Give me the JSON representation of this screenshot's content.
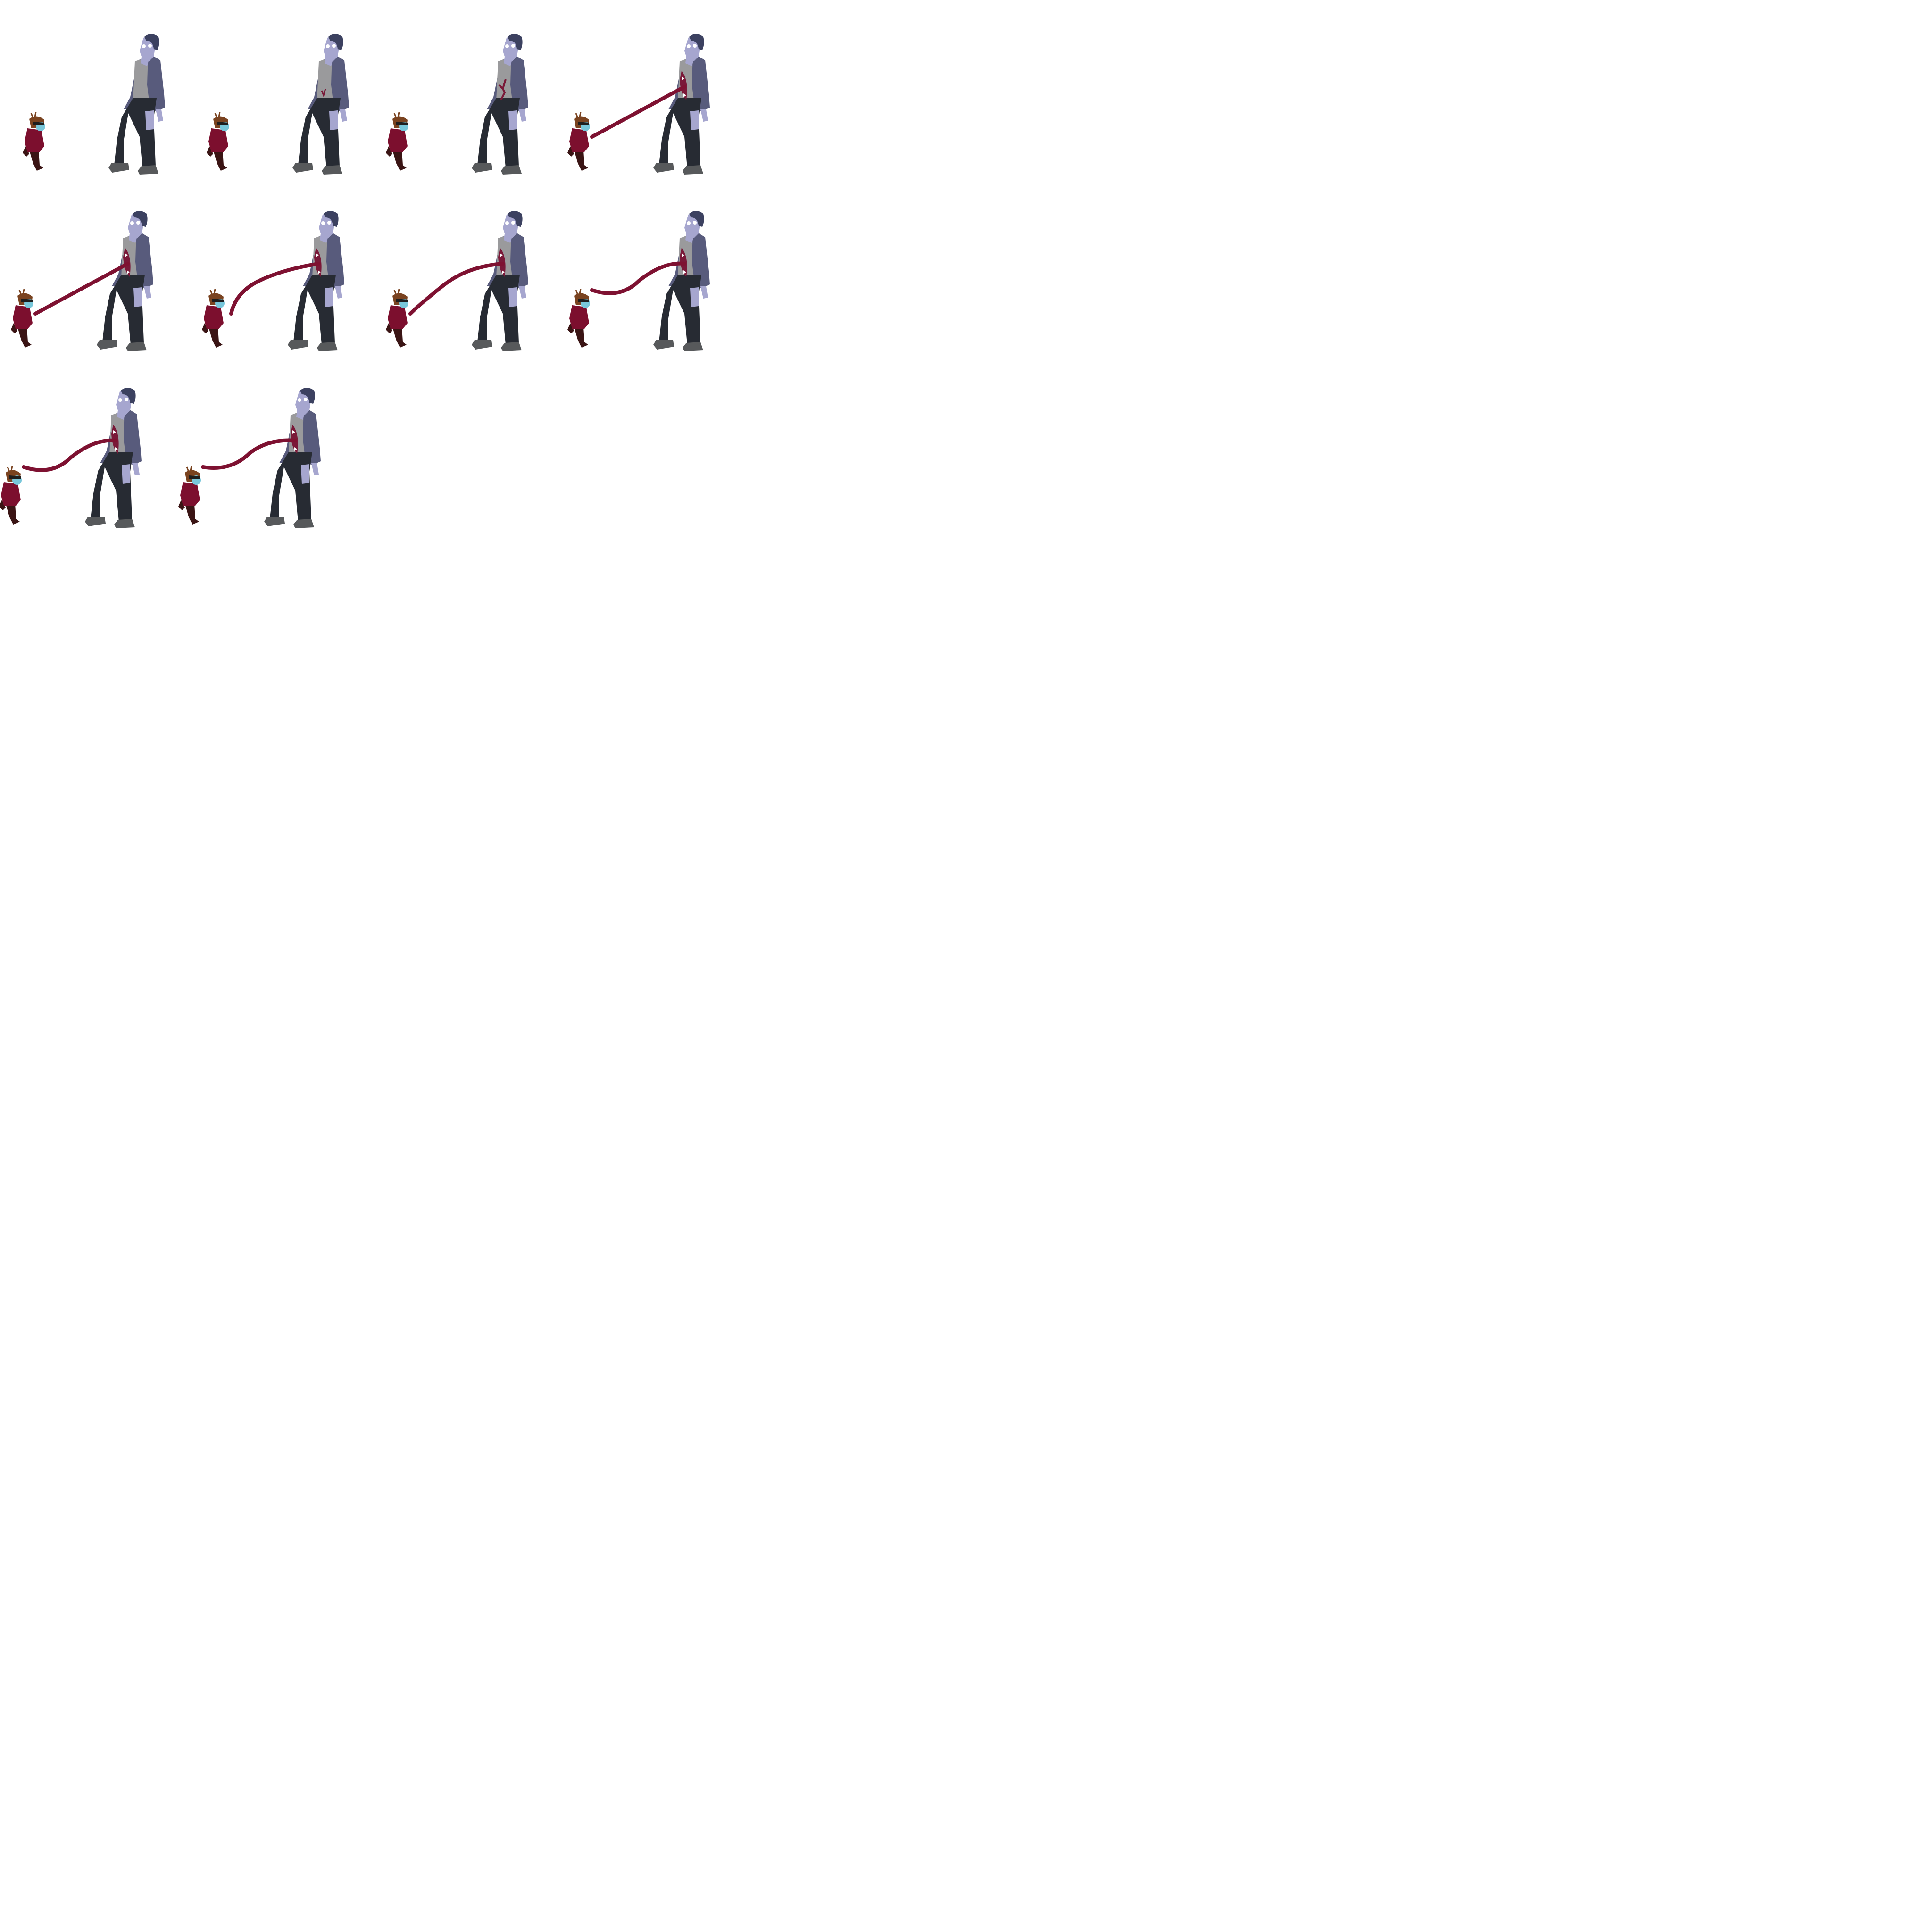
{
  "sprite_sheet": {
    "columns": 4,
    "rows": 3,
    "frame_count": 10,
    "background": "#ffffff",
    "colors": {
      "zombie_skin": "#a6a6cf",
      "zombie_hair": "#3c4160",
      "zombie_eyes": "#ffffff",
      "jacket": "#585b7c",
      "shirt": "#9a9a9c",
      "pants": "#272b33",
      "shoes": "#57595b",
      "tentacle": "#7e1131",
      "wound": "#7a1838",
      "teeth": "#ffffff",
      "child_coat": "#7c0f2e",
      "child_hair": "#7a4320",
      "child_mask": "#78c7da",
      "child_legs": "#3a1414"
    },
    "frames": [
      {
        "index": 1,
        "wound": "none",
        "tentacle": "none"
      },
      {
        "index": 2,
        "wound": "small",
        "tentacle": "none"
      },
      {
        "index": 3,
        "wound": "crack",
        "tentacle": "none"
      },
      {
        "index": 4,
        "wound": "mouth",
        "tentacle": "straight"
      },
      {
        "index": 5,
        "wound": "mouth",
        "tentacle": "straight"
      },
      {
        "index": 6,
        "wound": "mouth",
        "tentacle": "curved"
      },
      {
        "index": 7,
        "wound": "mouth",
        "tentacle": "curved"
      },
      {
        "index": 8,
        "wound": "mouth",
        "tentacle": "wavy"
      },
      {
        "index": 9,
        "wound": "mouth",
        "tentacle": "wavy"
      },
      {
        "index": 10,
        "wound": "mouth",
        "tentacle": "wavy"
      }
    ]
  }
}
